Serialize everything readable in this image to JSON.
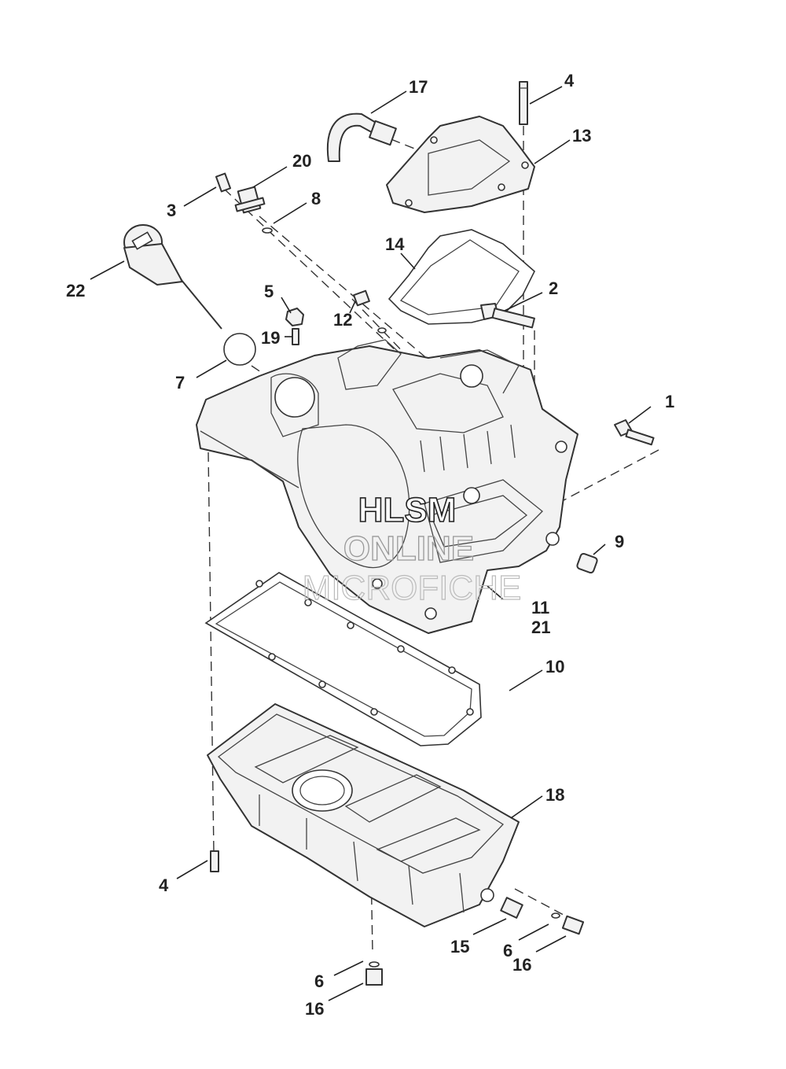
{
  "watermark": {
    "line1": "HLSM",
    "line2": "ONLINE",
    "line3": "MICROFICHE"
  },
  "callouts": {
    "c1": "1",
    "c2": "2",
    "c3": "3",
    "c4_top": "4",
    "c4_bottom": "4",
    "c5": "5",
    "c6_right": "6",
    "c6_bottom": "6",
    "c7": "7",
    "c8": "8",
    "c9": "9",
    "c10": "10",
    "c11": "11",
    "c12": "12",
    "c13": "13",
    "c14": "14",
    "c15": "15",
    "c16_right": "16",
    "c16_bottom": "16",
    "c17": "17",
    "c18": "18",
    "c19": "19",
    "c20": "20",
    "c21": "21",
    "c22": "22"
  }
}
